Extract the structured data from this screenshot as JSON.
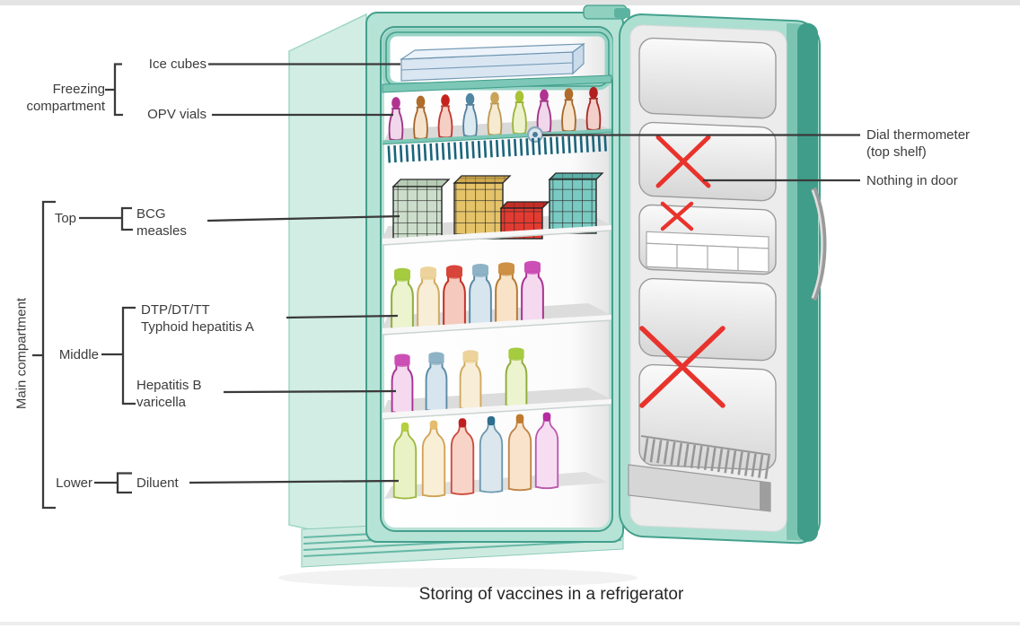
{
  "caption": {
    "text": "Storing of vaccines in a refrigerator"
  },
  "labels": {
    "freezing_line1": "Freezing",
    "freezing_line2": "compartment",
    "ice_cubes": "Ice cubes",
    "opv_vials": "OPV vials",
    "main_compartment": "Main compartment",
    "top": "Top",
    "bcg": "BCG",
    "measles": "measles",
    "middle": "Middle",
    "dtp": "DTP/DT/TT",
    "typhoid": "Typhoid hepatitis A",
    "hep_b": "Hepatitis B",
    "varicella": "varicella",
    "lower": "Lower",
    "diluent": "Diluent",
    "dial_thermometer": "Dial thermometer",
    "dial_thermometer_sub": "(top shelf)",
    "nothing_in_door": "Nothing in door"
  },
  "refrigerator": {
    "freezing_compartment": {
      "items": [
        "Ice cubes",
        "OPV vials"
      ],
      "opv_vial_count": 9,
      "opv_vial_cap_colors": [
        "magenta",
        "brown",
        "red",
        "blue",
        "tan",
        "yellow-green",
        "magenta",
        "brown",
        "dark-red"
      ]
    },
    "main_compartment": {
      "top_shelf": {
        "contents": "BCG, measles vaccine boxes",
        "box_count": 4,
        "box_colors": [
          "green",
          "yellow",
          "red",
          "teal"
        ]
      },
      "middle_shelf_upper": {
        "contents": "DTP/DT/TT, Typhoid, hepatitis A",
        "bottle_count": 6,
        "bottle_cap_colors": [
          "green",
          "cream",
          "red",
          "blue",
          "orange",
          "magenta"
        ]
      },
      "middle_shelf_lower": {
        "contents": "Hepatitis B, varicella",
        "bottle_count": 4,
        "bottle_cap_colors": [
          "magenta",
          "blue",
          "cream",
          "green"
        ]
      },
      "lower_shelf": {
        "contents": "Diluent",
        "bottle_count": 6,
        "bottle_cap_colors": [
          "green",
          "tan",
          "red",
          "blue",
          "orange",
          "magenta"
        ]
      }
    },
    "top_shelf_fixture": "Dial thermometer",
    "door": {
      "rule": "Nothing in door",
      "crossed_out_marks": 3
    }
  },
  "colors": {
    "body_teal": "#b5e3d6",
    "body_side_teal": "#d2eee4",
    "frame_stroke": "#43a08d",
    "door_edge_dark": "#3f9d89",
    "shelf_edge_teal": "#7cc7b6",
    "evaporator_fins": "#1a647b",
    "prohibited_x_red": "#e8332c",
    "leader_line": "#3a3a3a",
    "ice_tray_blue": "#dfeaf4"
  }
}
